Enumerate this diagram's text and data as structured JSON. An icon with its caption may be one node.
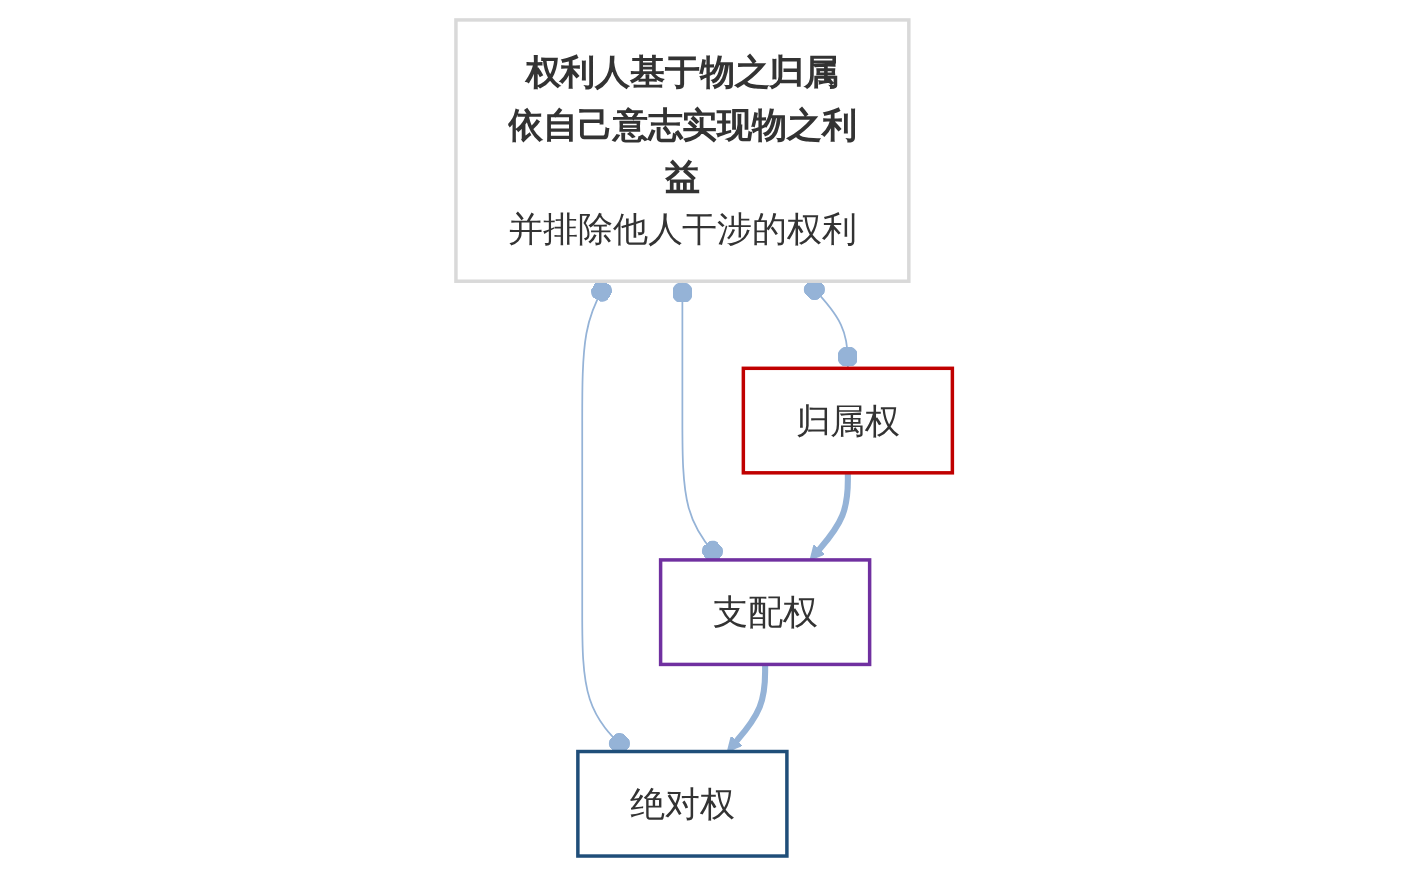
{
  "diagram": {
    "nodes": [
      {
        "text": [
          "权利人基于物之归属",
          "依自己意志实现物之利益",
          "并排除他人干涉的权利"
        ]
      },
      {
        "text": [
          "归属权"
        ]
      },
      {
        "text": [
          "支配权"
        ]
      },
      {
        "text": [
          "绝对权"
        ]
      }
    ],
    "edges": [
      {
        "from": 0,
        "to": 1,
        "arrow": "other"
      },
      {
        "from": 0,
        "to": 2,
        "arrow": "other"
      },
      {
        "from": 0,
        "to": 3,
        "arrow": "other"
      },
      {
        "from": 1,
        "to": 2,
        "arrow": "to",
        "style": "thick"
      },
      {
        "from": 2,
        "to": 3,
        "arrow": "to",
        "style": "thick"
      }
    ]
  }
}
